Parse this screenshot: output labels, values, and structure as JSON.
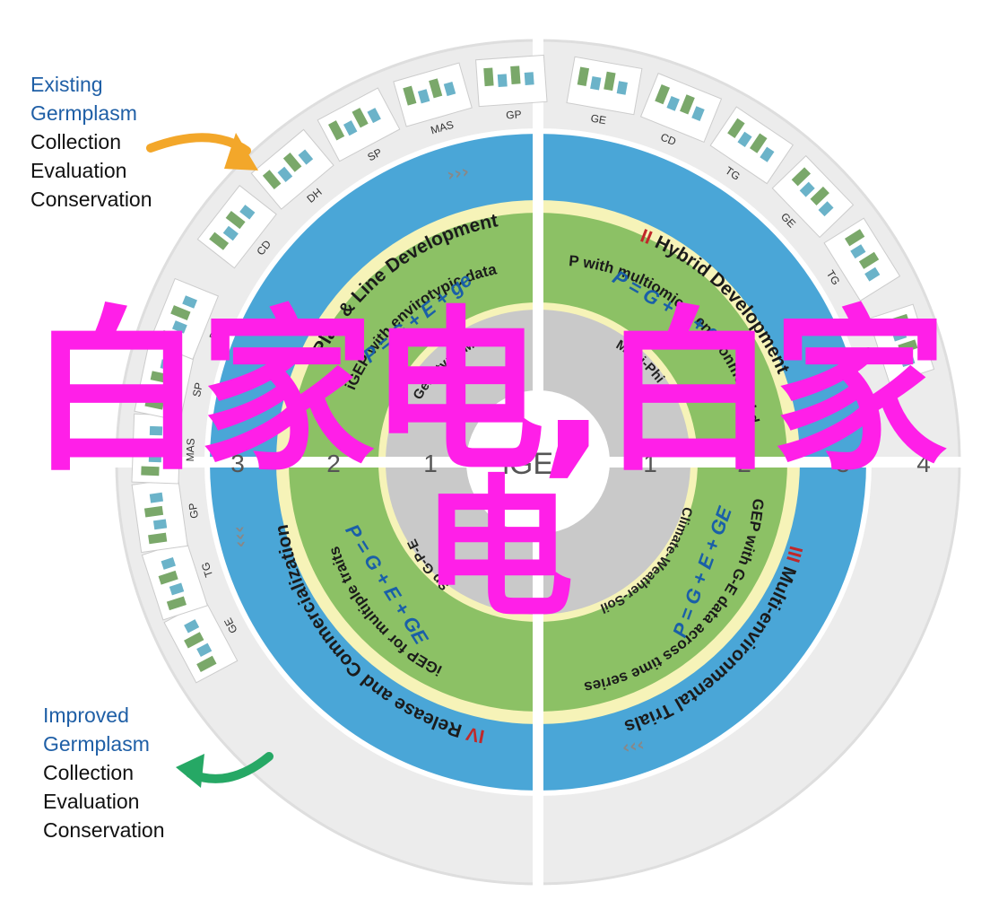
{
  "left_top": {
    "line1": "Existing",
    "line2": "Germplasm",
    "line3": "Collection",
    "line4": "Evaluation",
    "line5": "Conservation"
  },
  "left_bottom": {
    "line1": "Improved",
    "line2": "Germplasm",
    "line3": "Collection",
    "line4": "Evaluation",
    "line5": "Conservation"
  },
  "center": {
    "label": "iGEP"
  },
  "quadrants": {
    "q1": {
      "roman": "I",
      "title": "Plan & Line Development",
      "green": "iGEP with envirotypic data",
      "formula": "P = G + E + ge",
      "inner": "Genotype-Marker"
    },
    "q2": {
      "roman": "II",
      "title": "Hybrid Development",
      "green": "iGEP with multiomic & environmental data",
      "formula": "P = G + E + ge",
      "inner": "Multi-Phi"
    },
    "q3": {
      "roman": "III",
      "title": "Multi-environmental Trials",
      "green": "iGEP with G-E data across time series",
      "formula": "P = G + E + GE",
      "inner": "Climate-Weather-Soil"
    },
    "q4": {
      "roman": "IV",
      "title": "Release and Commercialization",
      "green": "iGEP for multiple traits",
      "formula": "P = G + E + GE",
      "inner": "Sp G-P-E"
    }
  },
  "axis_numbers": {
    "left": [
      "4",
      "3",
      "2",
      "1"
    ],
    "right": [
      "1",
      "2",
      "3",
      "4"
    ]
  },
  "outer_labels": [
    "GE",
    "TG",
    "GP",
    "MAS",
    "SP",
    "DH",
    "CD",
    "DH",
    "SP",
    "MAS",
    "GP",
    "GE",
    "CD",
    "TG",
    "GE",
    "TG",
    "CD"
  ],
  "watermark": {
    "line1": "白家电,白家",
    "line2": "电"
  },
  "colors": {
    "outer_ring": "#ececec",
    "blue_ring": "#4aa6d7",
    "yellow_ring": "#f6f3b8",
    "green_ring": "#8cc165",
    "grey_ring": "#c9c9c9",
    "roman": "#c0282a",
    "watermark": "#ff1fe8",
    "orange_arrow": "#f3a72a",
    "green_arrow": "#26a865"
  }
}
